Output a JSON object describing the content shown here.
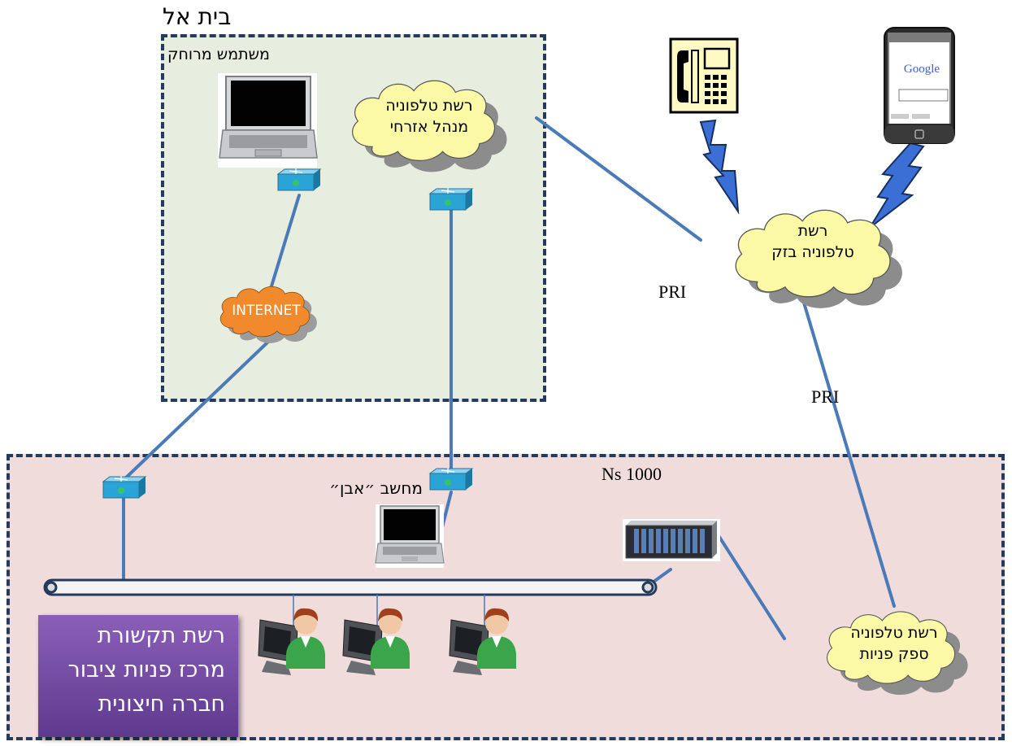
{
  "top_zone": {
    "title": "בית אל",
    "subtitle": "משתמש מרוחק"
  },
  "bottom_zone": {
    "ns_label": "Ns 1000",
    "computer_label": "מחשב ״אבן״",
    "purple_box": {
      "line1": "רשת תקשורת",
      "line2": "מרכז פניות ציבור",
      "line3": "חברה חיצונית"
    }
  },
  "clouds": {
    "civil_admin": {
      "line1": "רשת טלפוניה",
      "line2": "מנהל אזרחי"
    },
    "internet": {
      "label": "INTERNET"
    },
    "bezeq": {
      "line1": "רשת",
      "line2": "טלפוניה בזק"
    },
    "provider": {
      "line1": "רשת טלפוניה",
      "line2": "ספק פניות"
    }
  },
  "links": {
    "pri_1": "PRI",
    "pri_2": "PRI"
  },
  "devices": {
    "phone_icon": "desk-phone-icon",
    "mobile_icon": "smartphone-icon",
    "mobile_brand": "Google",
    "router_icon": "router-icon",
    "server_icon": "server-icon",
    "laptop_icon": "laptop-icon",
    "user_icon": "user-workstation-icon"
  },
  "colors": {
    "link_line": "#4a7ab8",
    "zone_border": "#243b5e",
    "top_zone_bg": "#e8eedf",
    "bottom_zone_bg": "#f1dcdc",
    "cloud_yellow": "#fbf9a6",
    "cloud_orange": "#f08a2c",
    "purple_box": "#6e489e"
  }
}
